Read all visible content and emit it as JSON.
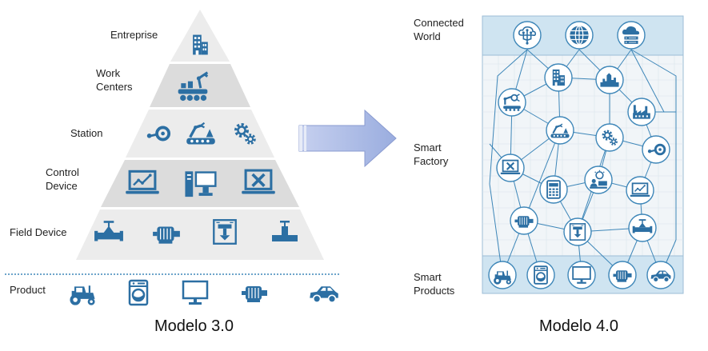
{
  "model_3": {
    "caption": "Modelo 3.0",
    "levels": [
      {
        "label": "Entreprise",
        "icons": [
          "building-icon"
        ]
      },
      {
        "label": "Work\nCenters",
        "icons": [
          "conveyor-robot-icon"
        ]
      },
      {
        "label": "Station",
        "icons": [
          "steering-icon",
          "conveyor-arm-icon",
          "gears-icon"
        ]
      },
      {
        "label": "Control\nDevice",
        "icons": [
          "laptop-chart-icon",
          "desktop-computer-icon",
          "laptop-tools-icon"
        ]
      },
      {
        "label": "Field Device",
        "icons": [
          "valve-icon",
          "motor-icon",
          "sensor-icon",
          "pipe-valve-icon"
        ]
      }
    ],
    "product": {
      "label": "Product",
      "icons": [
        "tractor-icon",
        "washing-machine-icon",
        "monitor-icon",
        "motor-icon",
        "car-icon"
      ]
    }
  },
  "model_4": {
    "caption": "Modelo 4.0",
    "labels": {
      "connected_world": "Connected\nWorld",
      "smart_factory": "Smart\nFactory",
      "smart_products": "Smart\nProducts"
    },
    "top_icons": [
      "cloud-network-icon",
      "globe-icon",
      "cloud-server-icon"
    ],
    "factory_icons": [
      "robot-arm-icon",
      "building-icon",
      "skyline-icon",
      "factory-icon",
      "conveyor-arm-icon",
      "gears-icon",
      "steering-icon",
      "laptop-tools-icon",
      "calculator-icon",
      "person-idea-icon",
      "laptop-chart-icon",
      "motor-icon",
      "sensor-icon",
      "valve-icon"
    ],
    "bottom_icons": [
      "tractor-icon",
      "washing-machine-icon",
      "monitor-icon",
      "motor-icon",
      "car-icon"
    ]
  },
  "colors": {
    "icon": "#2c6fa3",
    "pyramid_light": "#ececec",
    "pyramid_dark": "#dcdcdc",
    "band_fill": "#cfe4f1",
    "arrow_fill": "#aebce6",
    "line": "#3d86b8"
  }
}
